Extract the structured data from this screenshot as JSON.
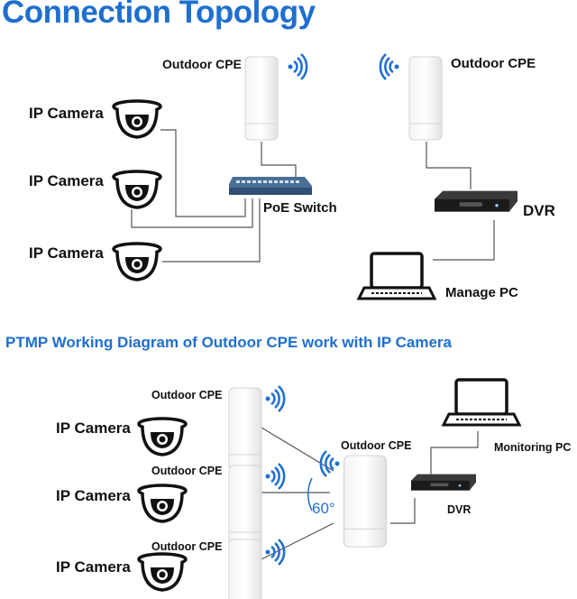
{
  "title": "Connection Topology",
  "subtitle": "PTMP Working Diagram of Outdoor CPE work with IP Camera",
  "top": {
    "cpe_left": "Outdoor CPE",
    "cpe_right": "Outdoor CPE",
    "cameras": [
      "IP Camera",
      "IP Camera",
      "IP Camera"
    ],
    "switch": "PoE Switch",
    "dvr": "DVR",
    "pc": "Manage PC"
  },
  "bottom": {
    "cpes": [
      "Outdoor CPE",
      "Outdoor CPE",
      "Outdoor CPE"
    ],
    "cameras": [
      "IP Camera",
      "IP Camera",
      "IP Camera"
    ],
    "center_cpe": "Outdoor CPE",
    "angle": "60°",
    "dvr": "DVR",
    "pc": "Monitoring PC"
  },
  "colors": {
    "title": "#1e6fd0",
    "wifi": "#1e6fd0",
    "line": "#555555"
  },
  "icons": [
    "dome-camera-icon",
    "cpe-antenna-icon",
    "wifi-signal-icon",
    "poe-switch-icon",
    "dvr-icon",
    "laptop-icon"
  ]
}
